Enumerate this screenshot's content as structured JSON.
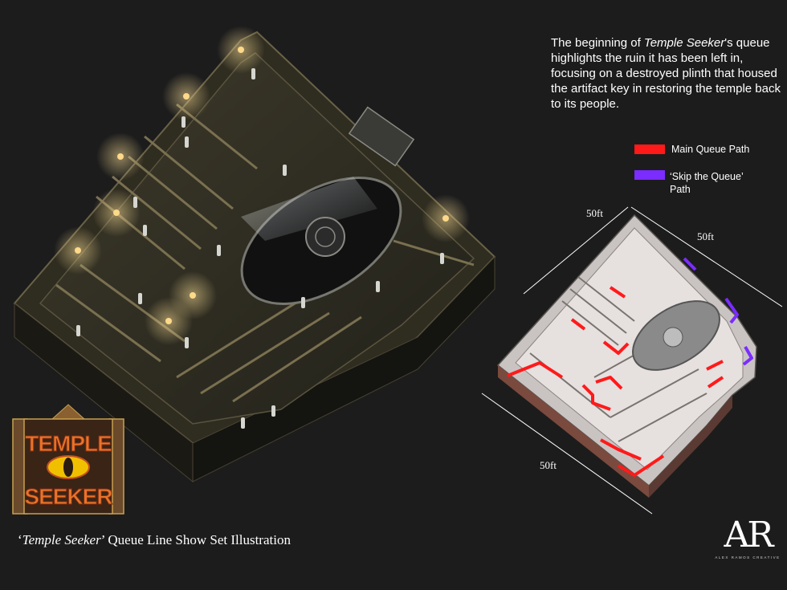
{
  "description": {
    "part1": "The beginning of ",
    "title_italic": "Temple Seeker",
    "part2": "'s queue highlights the ruin it has been left in, focusing on a destroyed plinth that housed the artifact key in restoring the temple back to its people."
  },
  "legend": {
    "main_label": "Main Queue Path",
    "skip_label": "‘Skip the Queue’",
    "skip_label_line2": "Path",
    "main_color": "#ff1a1a",
    "skip_color": "#7b2cff"
  },
  "dimensions": {
    "top_left": "50ft",
    "top_right": "50ft",
    "bottom": "50ft"
  },
  "caption": {
    "prefix": "‘",
    "title_italic": "Temple Seeker",
    "suffix": "’ Queue Line Show Set Illustration"
  },
  "logo": {
    "title_line1": "TEMPLE",
    "title_line2": "SEEKER",
    "ar_mark": "AR",
    "ar_subtitle": "ALEX RAMOS CREATIVE"
  },
  "colors": {
    "background": "#1c1c1c",
    "warm_glow": "#e8c878",
    "logo_orange": "#e8742a",
    "logo_gold": "#c8a050"
  }
}
